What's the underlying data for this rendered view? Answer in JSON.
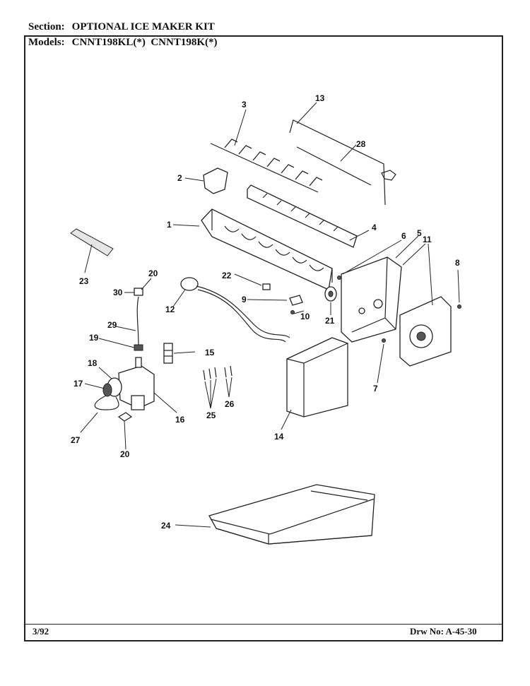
{
  "header": {
    "section_key": "Section:",
    "section_value": "OPTIONAL ICE MAKER KIT",
    "models_key": "Models:",
    "models_value": "CNNT198KL(*)  CNNT198K(*)"
  },
  "footer": {
    "date": "3/92",
    "drawing_number": "Drw No: A-45-30"
  },
  "callouts": [
    "1",
    "2",
    "3",
    "5",
    "6",
    "7",
    "8",
    "9",
    "10",
    "11",
    "12",
    "13",
    "14",
    "15",
    "16",
    "17",
    "18",
    "19",
    "20",
    "20",
    "21",
    "22",
    "23",
    "24",
    "25",
    "26",
    "27",
    "28",
    "29",
    "30",
    "4"
  ]
}
